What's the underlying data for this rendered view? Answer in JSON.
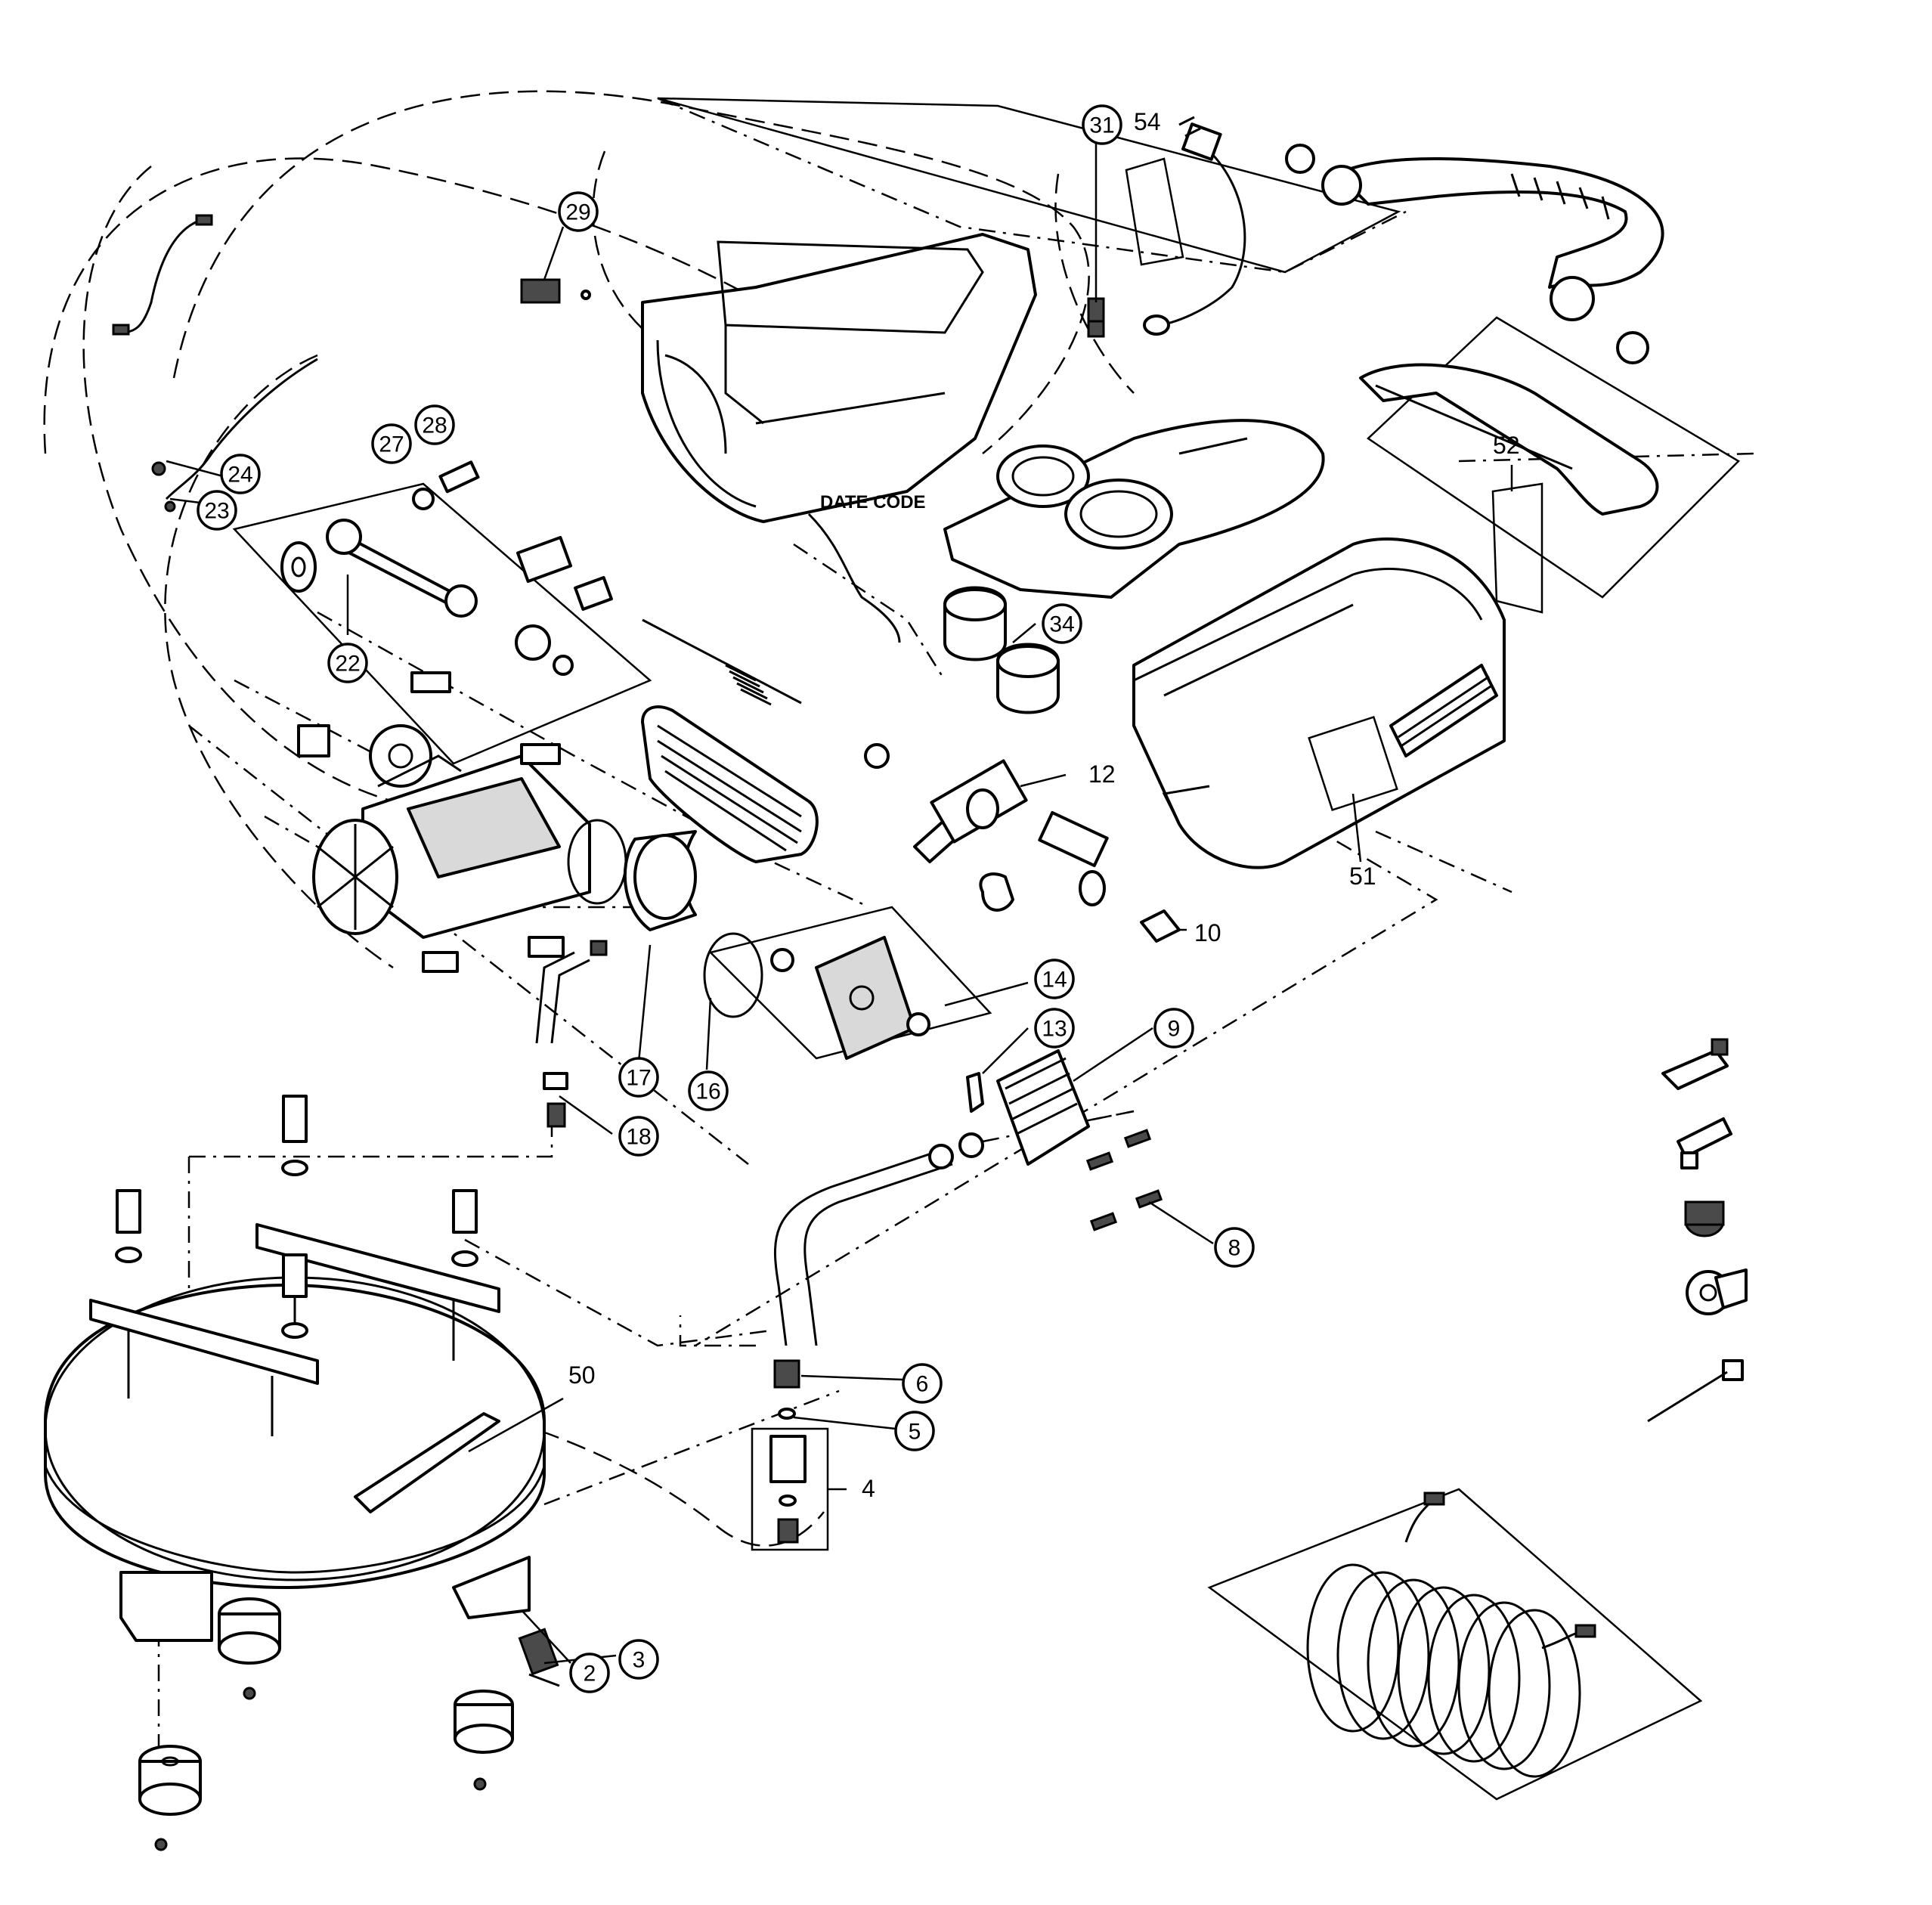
{
  "diagram": {
    "date_code_label": "DATE CODE",
    "circled_callouts": [
      "31",
      "29",
      "27",
      "28",
      "24",
      "23",
      "22",
      "34",
      "14",
      "13",
      "9",
      "17",
      "16",
      "18",
      "8",
      "6",
      "5",
      "2",
      "3"
    ],
    "plain_callouts": [
      "54",
      "52",
      "12",
      "51",
      "10",
      "50",
      "4"
    ]
  }
}
